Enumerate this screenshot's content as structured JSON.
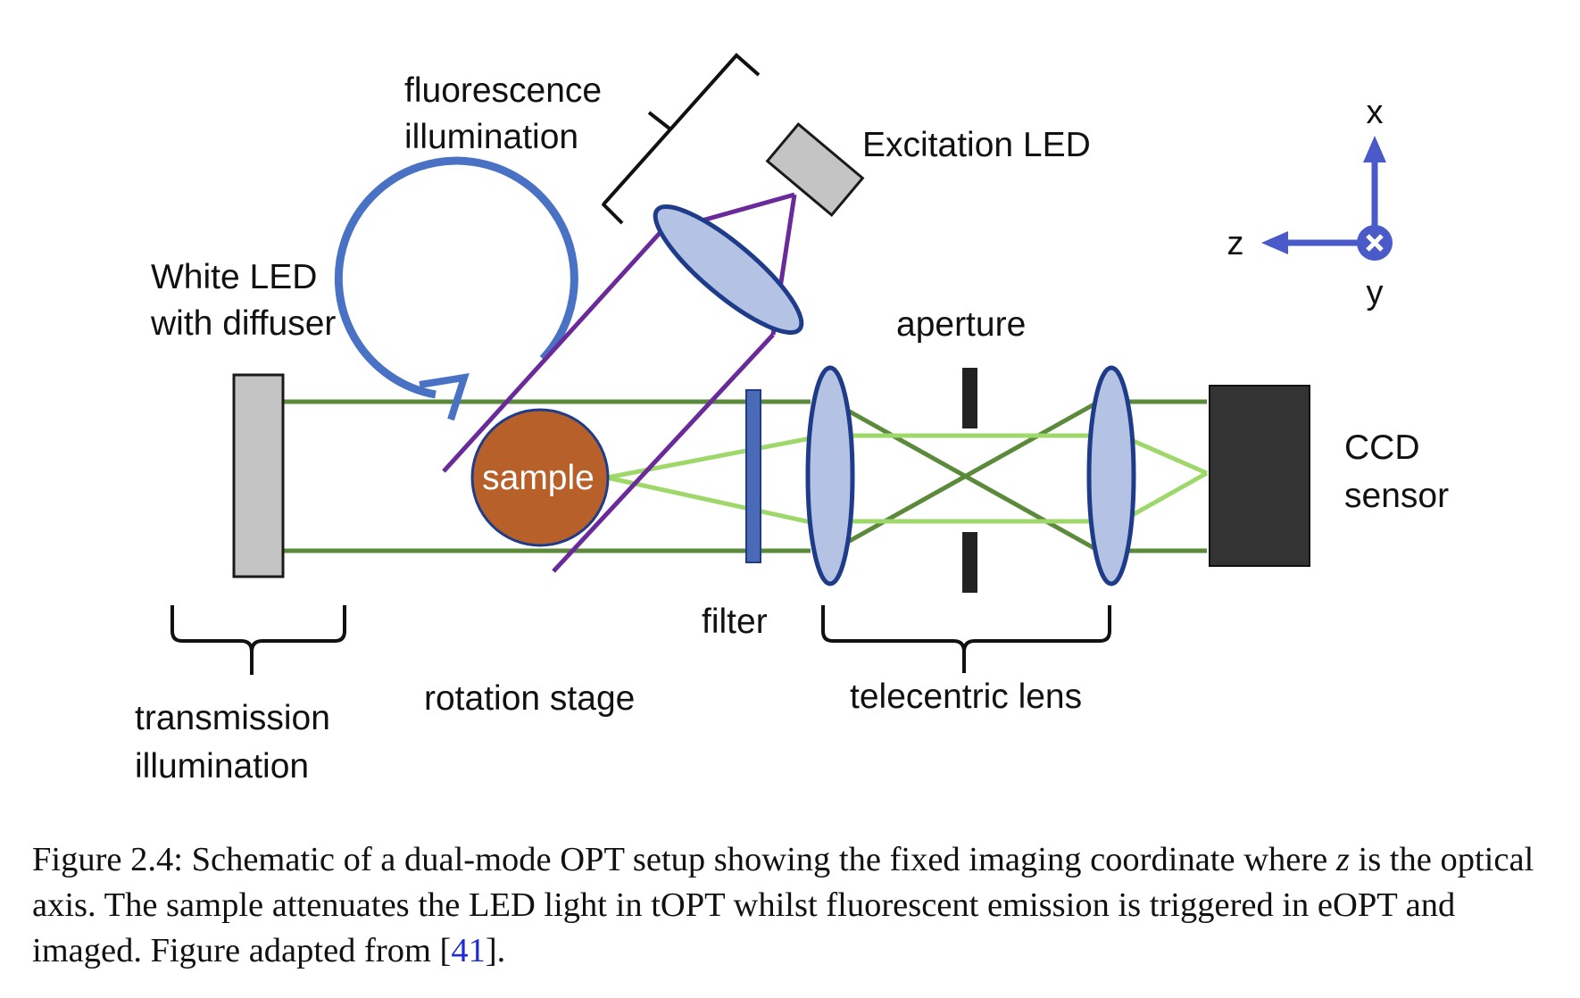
{
  "labels": {
    "fluorescence_1": "fluorescence",
    "fluorescence_2": "illumination",
    "excitation_led": "Excitation LED",
    "white_led_1": "White LED",
    "white_led_2": "with diffuser",
    "aperture": "aperture",
    "sample": "sample",
    "ccd_1": "CCD",
    "ccd_2": "sensor",
    "filter": "filter",
    "transmission_1": "transmission",
    "transmission_2": "illumination",
    "rotation_stage": "rotation stage",
    "telecentric_lens": "telecentric lens"
  },
  "axes": {
    "x": "x",
    "y": "y",
    "z": "z"
  },
  "caption": {
    "prefix": "Figure 2.4: Schematic of a dual-mode OPT setup showing the fixed imaging coordinate where",
    "var_z": "z",
    "mid": " is the optical axis. The sample attenuates the LED light in tOPT whilst fluorescent emission is triggered in eOPT and imaged. Figure adapted from [",
    "ref": "41",
    "suffix": "]."
  },
  "colors": {
    "lens_fill": "#b4c2e4",
    "lens_stroke": "#1f3c8a",
    "beam_dark_green": "#5a8a3a",
    "beam_light_green": "#9fd86a",
    "excitation_purple": "#6a2a9a",
    "rotation_blue": "#4a72c4",
    "sample_fill": "#b8602a",
    "axis_blue": "#4a5ac8",
    "ccd_fill": "#333333",
    "led_fill": "#c4c4c4"
  }
}
